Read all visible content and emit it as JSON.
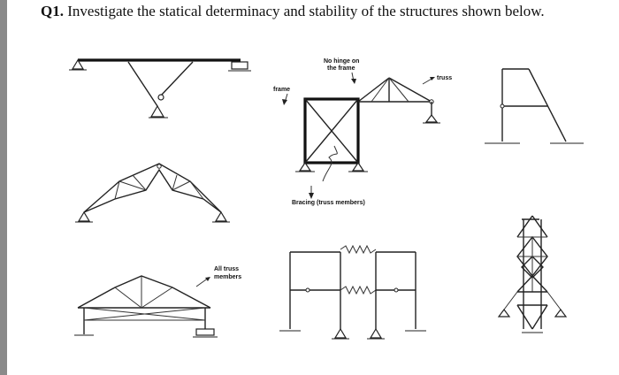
{
  "heading": {
    "number": "Q1.",
    "text": "Investigate the statical determinacy and stability of the structures shown below."
  },
  "labels": {
    "no_hinge_line1": "No hinge on",
    "no_hinge_line2": "the frame",
    "frame": "frame",
    "truss": "truss",
    "bracing": "Bracing (truss members)",
    "all_truss_line1": "All truss",
    "all_truss_line2": "members"
  }
}
